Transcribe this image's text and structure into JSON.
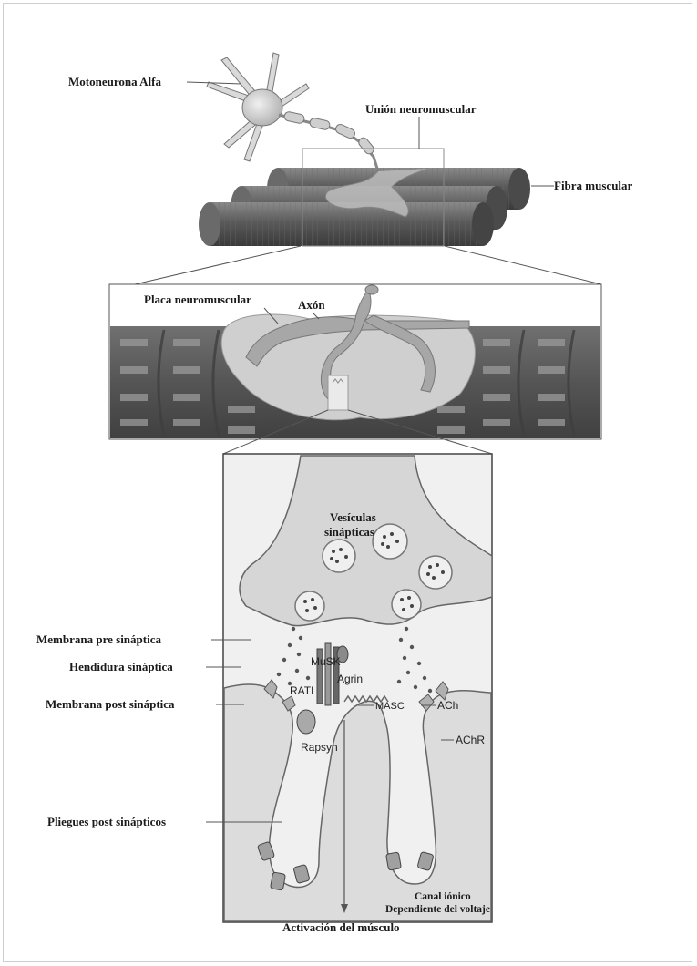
{
  "top_panel": {
    "labels": {
      "alpha_motoneuron": "Motoneurona Alfa",
      "neuromuscular_junction": "Unión neuromuscular",
      "muscle_fiber": "Fibra muscular"
    }
  },
  "middle_panel": {
    "labels": {
      "endplate": "Placa neuromuscular",
      "axon": "Axón"
    }
  },
  "bottom_panel": {
    "labels": {
      "synaptic_vesicles_1": "Vesículas",
      "synaptic_vesicles_2": "sinápticas",
      "presynaptic_membrane": "Membrana pre sináptica",
      "synaptic_cleft": "Hendidura sináptica",
      "postsynaptic_membrane": "Membrana post  sináptica",
      "postsynaptic_folds": "Pliegues post sinápticos",
      "musk": "MuSK",
      "agrin": "Agrin",
      "ratl": "RATL",
      "masc": "MASC",
      "ach": "ACh",
      "achr": "AChR",
      "rapsyn": "Rapsyn",
      "ion_channel_1": "Canal iónico",
      "ion_channel_2": "Dependiente del voltaje",
      "muscle_activation": "Activación del músculo"
    }
  },
  "colors": {
    "fiber_dark": "#4a4a4a",
    "fiber_mid": "#6e6e6e",
    "cell_light": "#e4e4e4",
    "background_light": "#f2f2f2",
    "outline": "#3a3a3a"
  }
}
